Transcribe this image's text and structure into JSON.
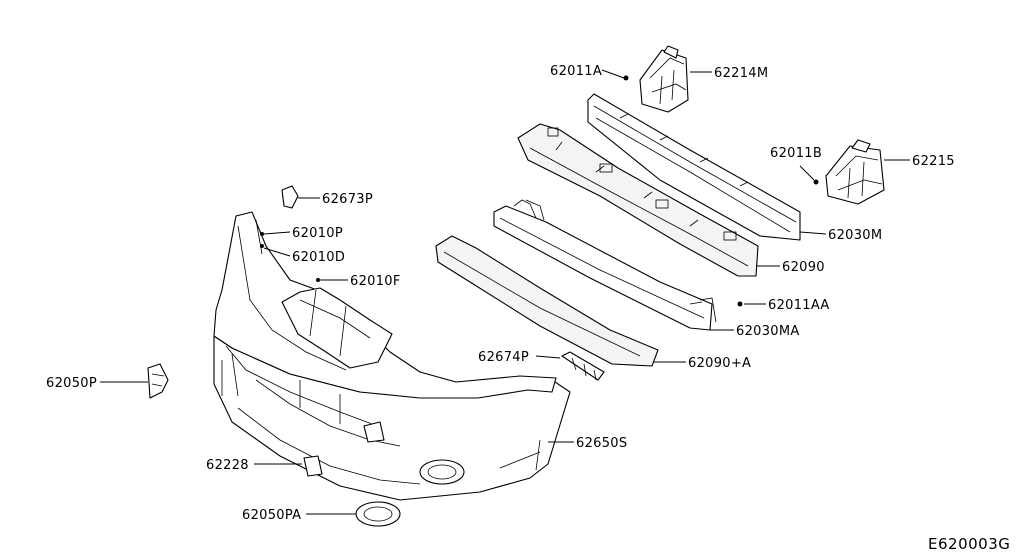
{
  "figure_code": "E620003G",
  "callouts": {
    "p62011A": "62011A",
    "p62214M": "62214M",
    "p62011B": "62011B",
    "p62215": "62215",
    "p62673P": "62673P",
    "p62010P": "62010P",
    "p62010D": "62010D",
    "p62010F": "62010F",
    "p62030M": "62030M",
    "p62090": "62090",
    "p62011AA": "62011AA",
    "p62030MA": "62030MA",
    "p62674P": "62674P",
    "p62090A": "62090+A",
    "p62050P": "62050P",
    "p62650S": "62650S",
    "p62228": "62228",
    "p62050PA": "62050PA"
  }
}
